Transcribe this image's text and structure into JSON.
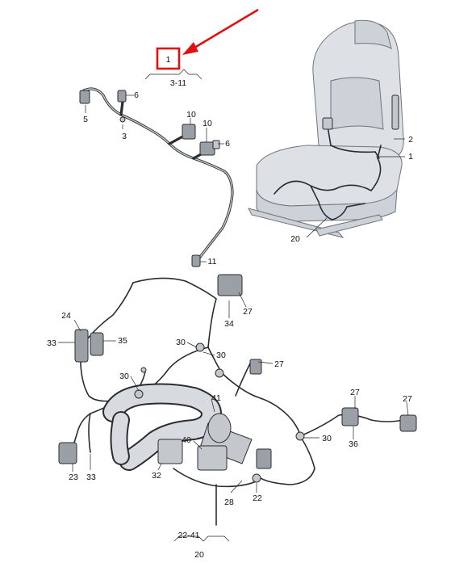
{
  "diagram": {
    "highlight_label": "1",
    "highlight_color": "#e01010",
    "callouts": [
      {
        "id": "c1",
        "text": "3-11"
      },
      {
        "id": "c2",
        "text": "5"
      },
      {
        "id": "c3",
        "text": "6"
      },
      {
        "id": "c4",
        "text": "3"
      },
      {
        "id": "c5",
        "text": "10"
      },
      {
        "id": "c6",
        "text": "10"
      },
      {
        "id": "c7",
        "text": "6"
      },
      {
        "id": "c8",
        "text": "11"
      },
      {
        "id": "c9",
        "text": "2"
      },
      {
        "id": "c10",
        "text": "1"
      },
      {
        "id": "c11",
        "text": "20"
      },
      {
        "id": "c12",
        "text": "24"
      },
      {
        "id": "c13",
        "text": "27"
      },
      {
        "id": "c14",
        "text": "34"
      },
      {
        "id": "c15",
        "text": "33"
      },
      {
        "id": "c16",
        "text": "35"
      },
      {
        "id": "c17",
        "text": "30"
      },
      {
        "id": "c18",
        "text": "30"
      },
      {
        "id": "c19",
        "text": "27"
      },
      {
        "id": "c20",
        "text": "30"
      },
      {
        "id": "c21",
        "text": "41"
      },
      {
        "id": "c22",
        "text": "27"
      },
      {
        "id": "c23",
        "text": "27"
      },
      {
        "id": "c24",
        "text": "40"
      },
      {
        "id": "c25",
        "text": "30"
      },
      {
        "id": "c26",
        "text": "36"
      },
      {
        "id": "c27",
        "text": "23"
      },
      {
        "id": "c28",
        "text": "33"
      },
      {
        "id": "c29",
        "text": "32"
      },
      {
        "id": "c30",
        "text": "28"
      },
      {
        "id": "c31",
        "text": "22"
      },
      {
        "id": "c32",
        "text": "22-41"
      },
      {
        "id": "c33",
        "text": "20"
      }
    ]
  }
}
